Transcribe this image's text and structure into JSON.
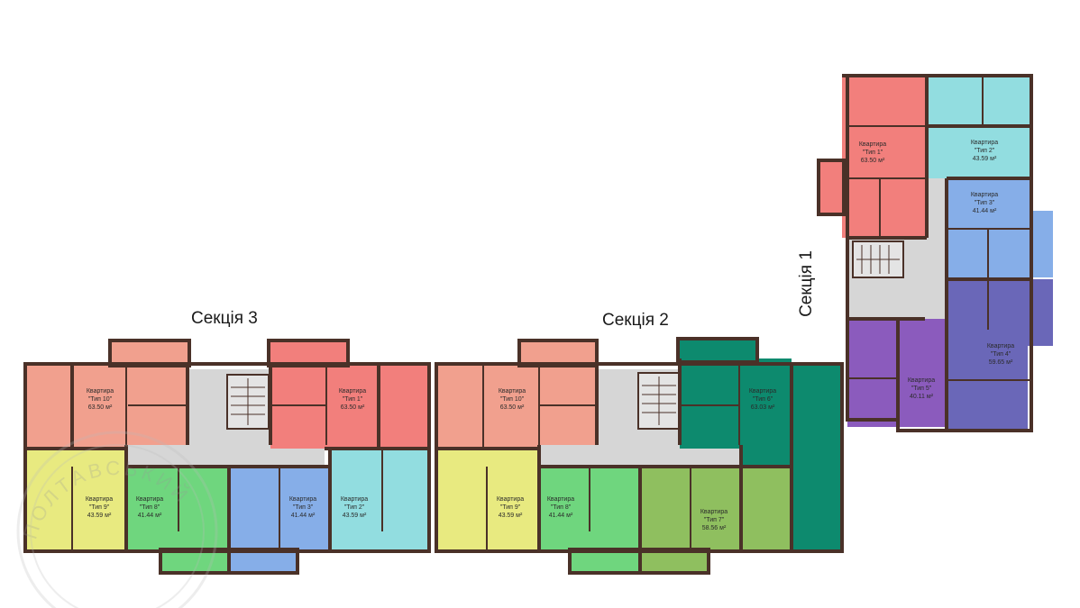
{
  "sections": {
    "s1": "Секція 1",
    "s2": "Секція 2",
    "s3": "Секція 3"
  },
  "apartment_word": "Квартира",
  "apartments": [
    {
      "id": "s3-t10",
      "type": "\"Тип 10\"",
      "area": "63.50 м²",
      "color": "#f1a08e"
    },
    {
      "id": "s3-t1",
      "type": "\"Тип 1\"",
      "area": "63.50 м²",
      "color": "#f27f7c"
    },
    {
      "id": "s3-t9",
      "type": "\"Тип 9\"",
      "area": "43.59 м²",
      "color": "#e8ea80"
    },
    {
      "id": "s3-t8",
      "type": "\"Тип 8\"",
      "area": "41.44 м²",
      "color": "#6fd67e"
    },
    {
      "id": "s3-t3",
      "type": "\"Тип 3\"",
      "area": "41.44 м²",
      "color": "#86aee8"
    },
    {
      "id": "s3-t2",
      "type": "\"Тип 2\"",
      "area": "43.59 м²",
      "color": "#92dde0"
    },
    {
      "id": "s2-t10",
      "type": "\"Тип 10\"",
      "area": "63.50 м²",
      "color": "#f1a08e"
    },
    {
      "id": "s2-t6",
      "type": "\"Тип 6\"",
      "area": "63.03 м²",
      "color": "#0d8a6e"
    },
    {
      "id": "s2-t9",
      "type": "\"Тип 9\"",
      "area": "43.59 м²",
      "color": "#e8ea80"
    },
    {
      "id": "s2-t8",
      "type": "\"Тип 8\"",
      "area": "41.44 м²",
      "color": "#6fd67e"
    },
    {
      "id": "s2-t7",
      "type": "\"Тип 7\"",
      "area": "58.56 м²",
      "color": "#8fbf5f"
    },
    {
      "id": "s1-t1",
      "type": "\"Тип 1\"",
      "area": "63.50 м²",
      "color": "#f27f7c"
    },
    {
      "id": "s1-t2",
      "type": "\"Тип 2\"",
      "area": "43.59 м²",
      "color": "#92dde0"
    },
    {
      "id": "s1-t3",
      "type": "\"Тип 3\"",
      "area": "41.44 м²",
      "color": "#86aee8"
    },
    {
      "id": "s1-t4",
      "type": "\"Тип 4\"",
      "area": "59.65 м²",
      "color": "#6a67b8"
    },
    {
      "id": "s1-t5",
      "type": "\"Тип 5\"",
      "area": "40.11 м²",
      "color": "#8b5bbd"
    }
  ],
  "colors": {
    "wall": "#4a3128",
    "corridor": "#d6d6d6",
    "stair": "#cfcfcf"
  },
  "watermark": "ПОЛТАВСЬКИЙ"
}
